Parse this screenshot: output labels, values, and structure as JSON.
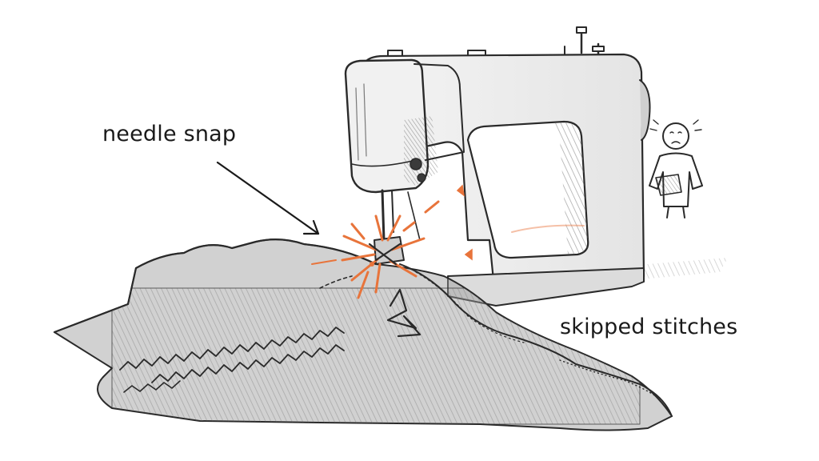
{
  "annotations": {
    "needle_snap": "needle snap",
    "skipped_stitches": "skipped stitches"
  },
  "colors": {
    "pencil": "#2a2a2a",
    "fabric_shade": "#8c8c8c",
    "spark": "#e8743b"
  },
  "figure": {
    "machine": "sewing-machine",
    "person": "frustrated-person"
  }
}
